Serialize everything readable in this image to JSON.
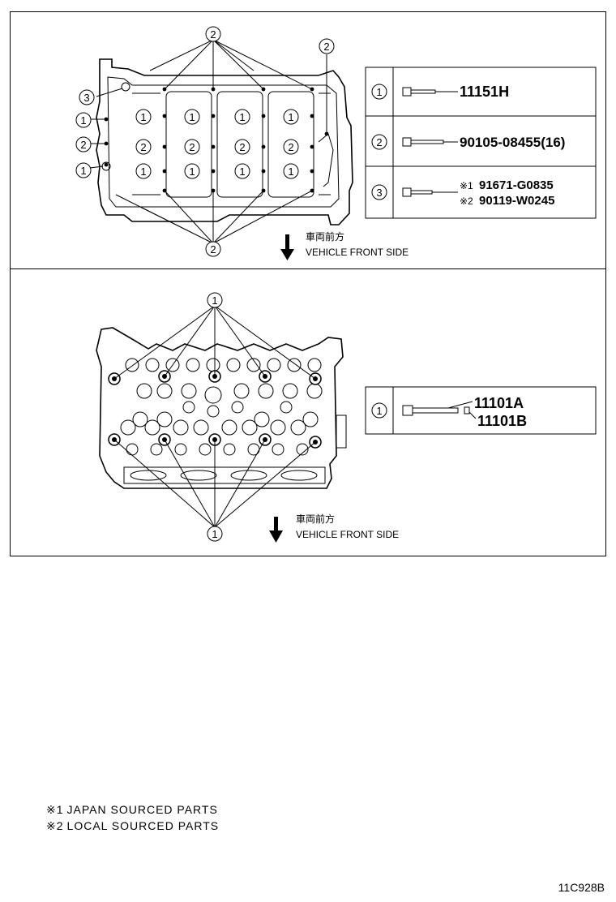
{
  "top_panel": {
    "callouts": {
      "one": "1",
      "two": "2",
      "three": "3"
    },
    "parts_table": [
      {
        "ref": "1",
        "part": "11151H"
      },
      {
        "ref": "2",
        "part": "90105-08455(16)"
      },
      {
        "ref": "3",
        "part_mark_1": "※1",
        "part_1": "91671-G0835",
        "part_mark_2": "※2",
        "part_2": "90119-W0245"
      }
    ],
    "direction": {
      "label_jp": "車両前方",
      "label_en": "VEHICLE FRONT SIDE"
    }
  },
  "bottom_panel": {
    "callout": "1",
    "parts_table": [
      {
        "ref": "1",
        "part_a": "11101A",
        "part_b": "11101B"
      }
    ],
    "direction": {
      "label_jp": "車両前方",
      "label_en": "VEHICLE FRONT SIDE"
    }
  },
  "footnotes": [
    {
      "mark": "※1",
      "text": "JAPAN SOURCED PARTS"
    },
    {
      "mark": "※2",
      "text": "LOCAL SOURCED PARTS"
    }
  ],
  "diagram_code": "11C928B"
}
